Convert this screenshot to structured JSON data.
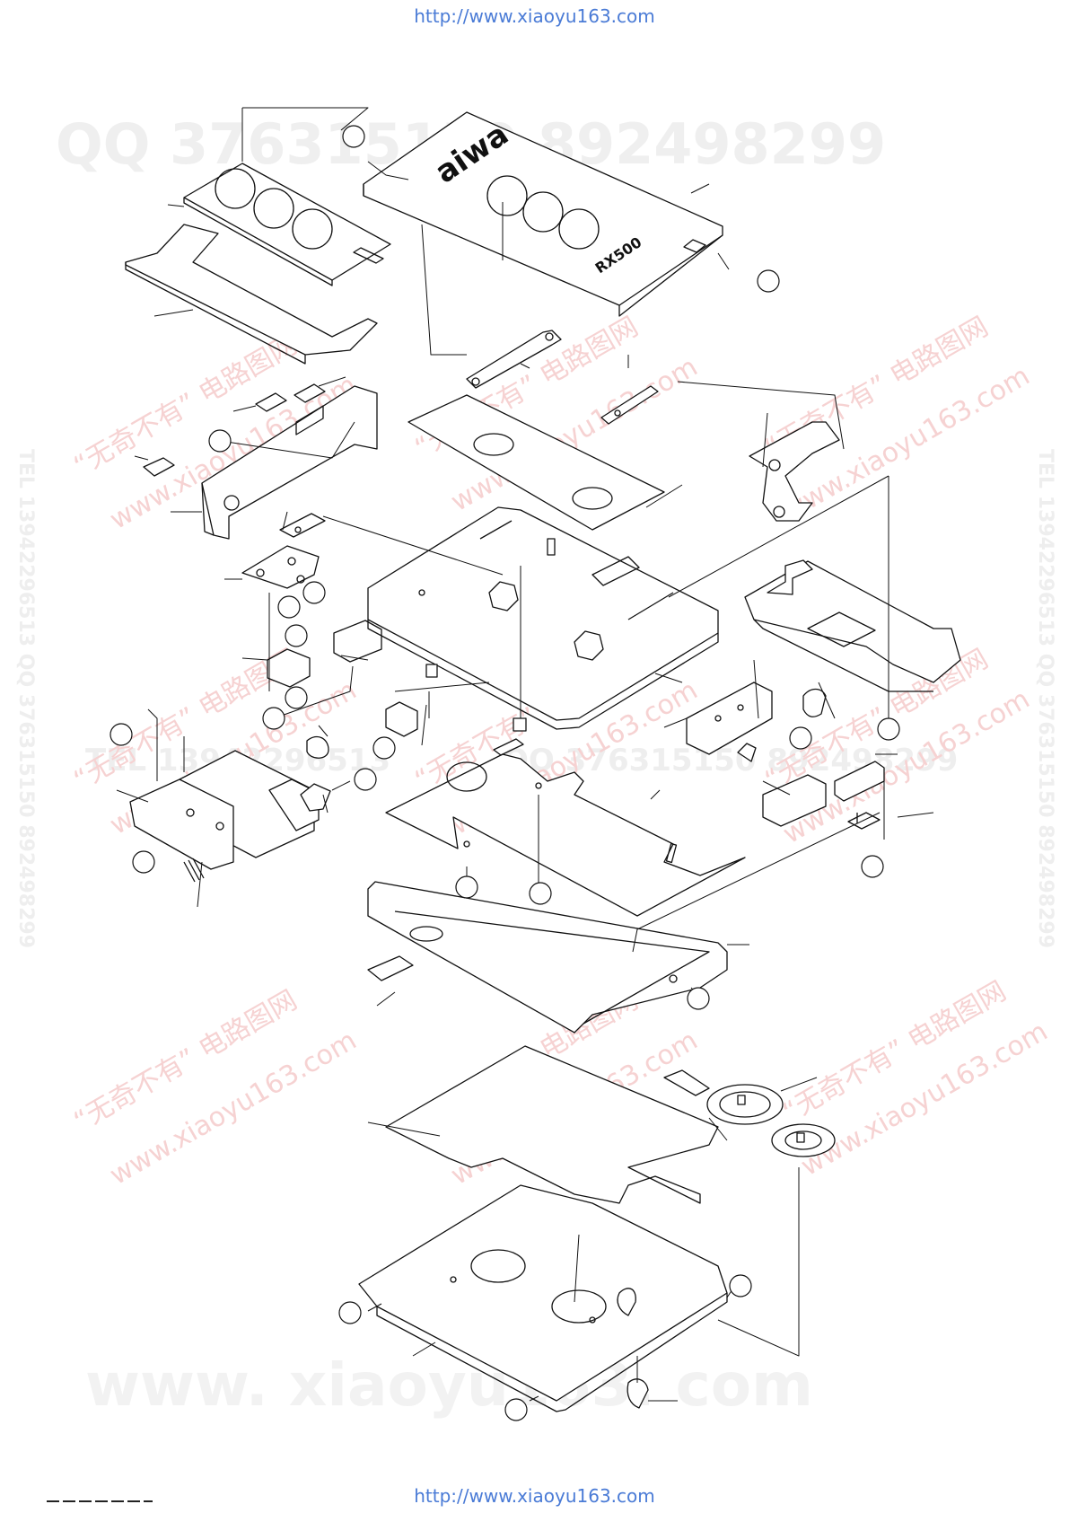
{
  "header": {
    "source_url": "http://www.xiaoyu163.com"
  },
  "footer": {
    "source_url": "http://www.xiaoyu163.com"
  },
  "brand": {
    "logo_text": "aiwa",
    "model_text": "RX500"
  },
  "watermarks": {
    "qq_line": "QQ 376315150      892498299",
    "site_cn_1": "“无奇不有” 电路图网",
    "site_cn_2": "www.xiaoyu163.com",
    "tel_line": "TEL 13942296513   QQ 376315150   892498299",
    "tel_vertical": "TEL 13942296513  QQ 376315150  892498299",
    "site_big": "www. xiaoyu163. com",
    "mid_tel": "TEL 13942296513",
    "mid_qq": "QQ 376315150  892498299"
  },
  "colors": {
    "line": "#111111",
    "url": "#4a7bd6",
    "watermark": "#f0f0f0",
    "watermark_red": "#f6d0d0"
  }
}
